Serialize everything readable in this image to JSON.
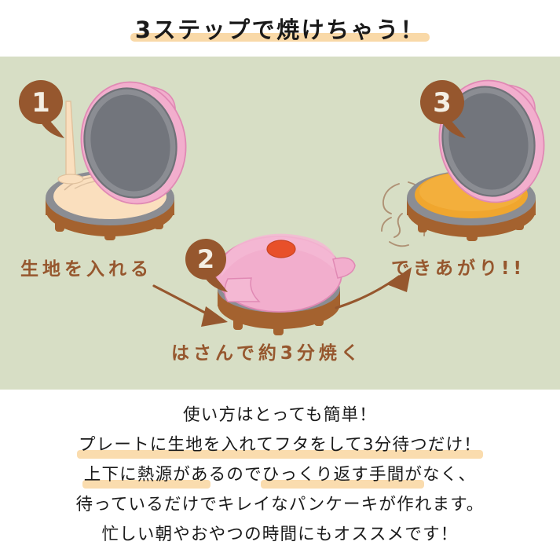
{
  "title": {
    "text": "3ステップで焼けちゃう！",
    "highlight_color": "#f9d9a8",
    "text_color": "#1a1a1a"
  },
  "panel": {
    "background_color": "#d7dec5",
    "accent_brown": "#96572e",
    "lid_pink": "#f0a8c8",
    "plate_gray": "#7e8188",
    "batter_cream": "#fadfbe",
    "pancake_gold": "#f0a62e",
    "indicator_red": "#e8502a"
  },
  "steps": [
    {
      "number": "1",
      "caption": "生地を入れる",
      "illustration": "open-pancake-maker-with-batter"
    },
    {
      "number": "2",
      "caption": "はさんで約3分焼く",
      "illustration": "closed-pancake-maker-with-indicator-light"
    },
    {
      "number": "3",
      "caption": "できあがり!!",
      "illustration": "open-pancake-maker-with-finished-pancake-and-steam"
    }
  ],
  "arrows": [
    {
      "name": "arrow-step1-to-step2",
      "direction": "down-right"
    },
    {
      "name": "arrow-step2-to-step3",
      "direction": "up-right"
    }
  ],
  "description": {
    "lines": [
      {
        "segments": [
          {
            "text": "使い方はとっても簡単！",
            "highlight": false
          }
        ]
      },
      {
        "segments": [
          {
            "text": "プレートに生地を入れてフタをして3分待つだけ！",
            "highlight": true
          }
        ]
      },
      {
        "segments": [
          {
            "text": "上下に熱源があ",
            "highlight": true
          },
          {
            "text": "るので",
            "highlight": false
          },
          {
            "text": "ひっくり返す手間が",
            "highlight": true
          },
          {
            "text": "なく、",
            "highlight": false
          }
        ]
      },
      {
        "segments": [
          {
            "text": "待っているだけでキレイなパンケーキが作れます。",
            "highlight": false
          }
        ]
      },
      {
        "segments": [
          {
            "text": "忙しい朝やおやつの時間にもオススメです！",
            "highlight": false
          }
        ]
      }
    ],
    "highlight_color": "#fadcae"
  }
}
